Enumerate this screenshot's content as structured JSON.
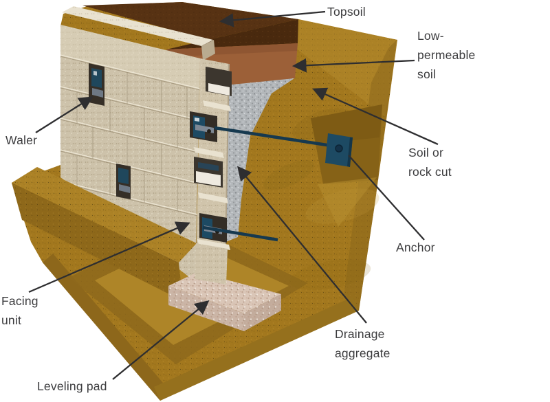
{
  "diagram": {
    "subject": "Anchored retaining wall cutaway illustration",
    "labels": {
      "topsoil": {
        "lines": [
          "Topsoil"
        ]
      },
      "low_permeable_soil": {
        "lines": [
          "Low-",
          "permeable",
          "soil"
        ]
      },
      "waler": {
        "lines": [
          "Waler"
        ]
      },
      "soil_or_rock_cut": {
        "lines": [
          "Soil or",
          "rock cut"
        ]
      },
      "anchor": {
        "lines": [
          "Anchor"
        ]
      },
      "facing_unit": {
        "lines": [
          "Facing",
          "unit"
        ]
      },
      "drainage_aggregate": {
        "lines": [
          "Drainage",
          "aggregate"
        ]
      },
      "leveling_pad": {
        "lines": [
          "Leveling pad"
        ]
      }
    },
    "colors": {
      "background": "#ffffff",
      "soil": "#a3781e",
      "soil_light": "#af8628",
      "soil_dark": "#8d671b",
      "topsoil": "#573213",
      "topsoil_front": "#49290e",
      "low_permeable": "#9c6038",
      "drainage_aggregate": "#b3b7ba",
      "block": "#cdc2aa",
      "block_light": "#e9e2d0",
      "block_shadow": "#b9ab90",
      "leveling_pad": "#dac6b7",
      "anchor": "#1d4a63",
      "rod": "#16394f",
      "waler_steel": "#7e8894",
      "label_text": "#3c3c3e",
      "leader": "#2e2e30"
    }
  }
}
